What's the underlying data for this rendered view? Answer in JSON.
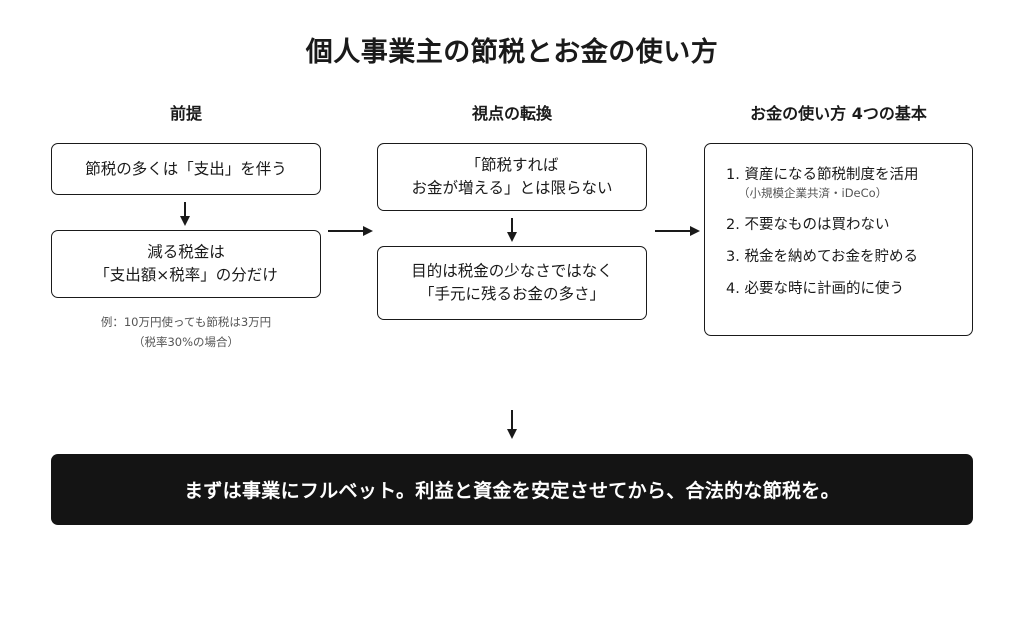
{
  "title": "個人事業主の節税とお金の使い方",
  "columns": {
    "premise": {
      "header": "前提",
      "box1": [
        "節税の多くは「支出」を伴う"
      ],
      "box2": [
        "減る税金は",
        "「支出額×税率」の分だけ"
      ],
      "note": [
        "例：10万円使っても節税は3万円",
        "（税率30%の場合）"
      ]
    },
    "shift": {
      "header": "視点の転換",
      "box1": [
        "「節税すれば",
        "お金が増える」とは限らない"
      ],
      "box2": [
        "目的は税金の少なさではなく",
        "「手元に残るお金の多さ」"
      ]
    },
    "basics": {
      "header": "お金の使い方 4つの基本",
      "items": [
        {
          "text": "1. 資産になる節税制度を活用",
          "sub": "（小規模企業共済・iDeCo）"
        },
        {
          "text": "2. 不要なものは買わない"
        },
        {
          "text": "3. 税金を納めてお金を貯める"
        },
        {
          "text": "4. 必要な時に計画的に使う"
        }
      ]
    }
  },
  "conclusion": "まずは事業にフルベット。利益と資金を安定させてから、合法的な節税を。"
}
